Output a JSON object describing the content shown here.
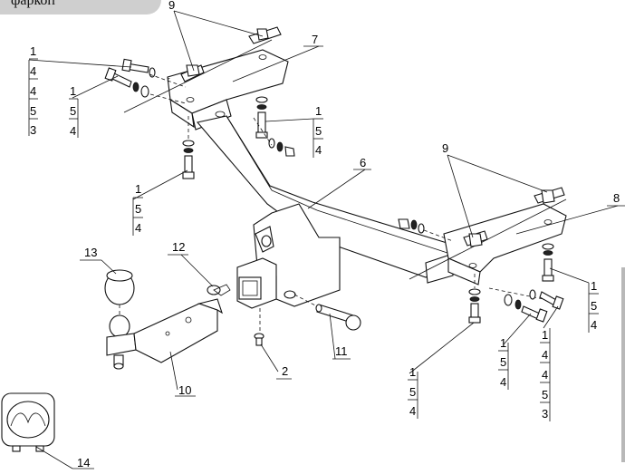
{
  "header": {
    "tab_text": "фаркоп"
  },
  "callouts": {
    "left_upper_stack": [
      "1",
      "4",
      "4",
      "5",
      "3"
    ],
    "left_mid_stack": [
      "1",
      "5",
      "4"
    ],
    "left_center_stack": [
      "1",
      "5",
      "4"
    ],
    "left_low_stack": [
      "1",
      "5",
      "4"
    ],
    "right_low_stack": [
      "1",
      "5",
      "4"
    ],
    "right_center_stack": [
      "1",
      "5",
      "4"
    ],
    "right_mid_stack": [
      "1",
      "4",
      "4",
      "5",
      "3"
    ],
    "right_edge_stack": [
      "1",
      "5",
      "4"
    ]
  },
  "parts": {
    "p2": "2",
    "p6": "6",
    "p7": "7",
    "p8": "8",
    "p9a": "9",
    "p9b": "9",
    "p10": "10",
    "p11": "11",
    "p12": "12",
    "p13": "13",
    "p14": "14"
  },
  "colors": {
    "line": "#111111",
    "tab": "#cfcfcf",
    "edge": "#b8b8b8"
  },
  "icons": {
    "logo": "mazda-logo-icon"
  }
}
